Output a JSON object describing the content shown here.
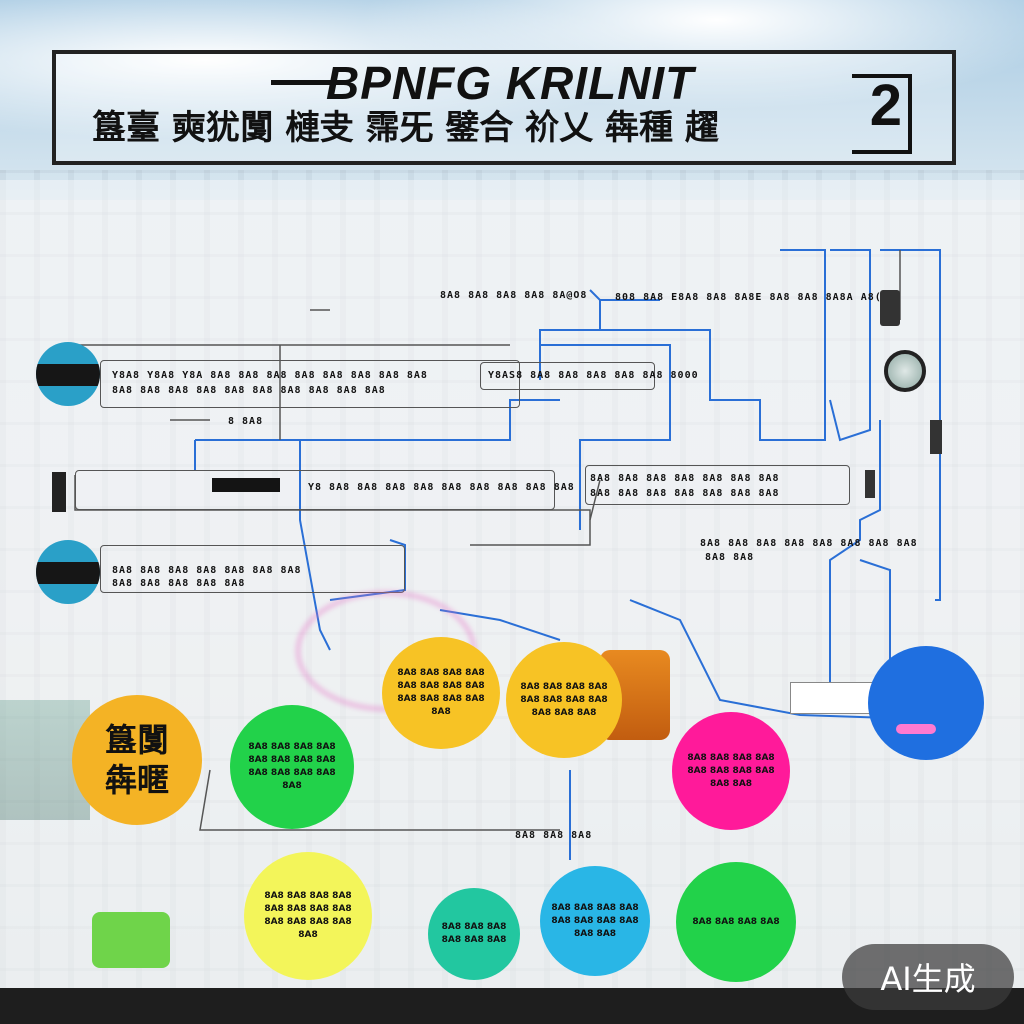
{
  "title": {
    "line1": "BPNFG KRILNIT",
    "line2": "簋臺 奭犹闅 槤叏 霈旡 鐾合 祄乂 犇種 趯",
    "number": "2"
  },
  "labels": {
    "l1": "8A8 8A8 8A8 8A8 8A@O8",
    "l2": "808 8A8 E8A8 8A8 8A8E 8A8 8A8 8A8A A8(A8)",
    "l3a": "Y8A8 Y8A8 Y8A 8A8 8A8 8A8 8A8 8A8 8A8 8A8 8A8",
    "l3b": "8A8 8A8 8A8 8A8 8A8 8A8 8A8 8A8 8A8 8A8",
    "l4": "Y8AS8 8A8 8A8 8A8 8A8 8A8 8000",
    "l5": "8 8A8",
    "l6": "Y8 8A8 8A8 8A8 8A8 8A8 8A8 8A8 8A8 8A8",
    "l7a": "8A8 8A8 8A8 8A8 8A8 8A8 8A8",
    "l7b": "8A8 8A8 8A8 8A8 8A8 8A8 8A8",
    "l8": "8A8 8A8 8A8 8A8 8A8 8A8 8A8 8A8",
    "l9a": "8A8 8A8 8A8 8A8 8A8 8A8 8A8",
    "l9b": "8A8 8A8 8A8 8A8 8A8",
    "l10": "8A8 8A8",
    "l11": "8A8 8A8 8A8"
  },
  "circles": {
    "c1": "簋闅\n犇暱",
    "c2": "8A8 8A8 8A8 8A8 8A8 8A8 8A8 8A8 8A8 8A8 8A8 8A8 8A8",
    "c3": "8A8 8A8 8A8 8A8 8A8 8A8 8A8 8A8 8A8 8A8 8A8 8A8 8A8",
    "c4": "8A8 8A8 8A8 8A8 8A8 8A8 8A8 8A8 8A8 8A8 8A8",
    "c5": "8A8 8A8 8A8 8A8 8A8 8A8 8A8 8A8 8A8 8A8",
    "c6": "8A8 8A8 8A8 8A8 8A8 8A8 8A8 8A8 8A8 8A8 8A8 8A8 8A8",
    "c7": "8A8 8A8 8A8 8A8 8A8 8A8",
    "c8": "8A8 8A8 8A8 8A8 8A8 8A8 8A8 8A8 8A8 8A8",
    "c9": "8A8 8A8 8A8 8A8"
  },
  "badge": "AI生成",
  "colors": {
    "yellow": "#f7c325",
    "green": "#22d24a",
    "lemon": "#f3f55a",
    "orange": "#f4b325",
    "magenta": "#ff1a9a",
    "blue": "#1f6fe0",
    "cyan": "#29b6e6",
    "line": "#2a6fd6"
  }
}
